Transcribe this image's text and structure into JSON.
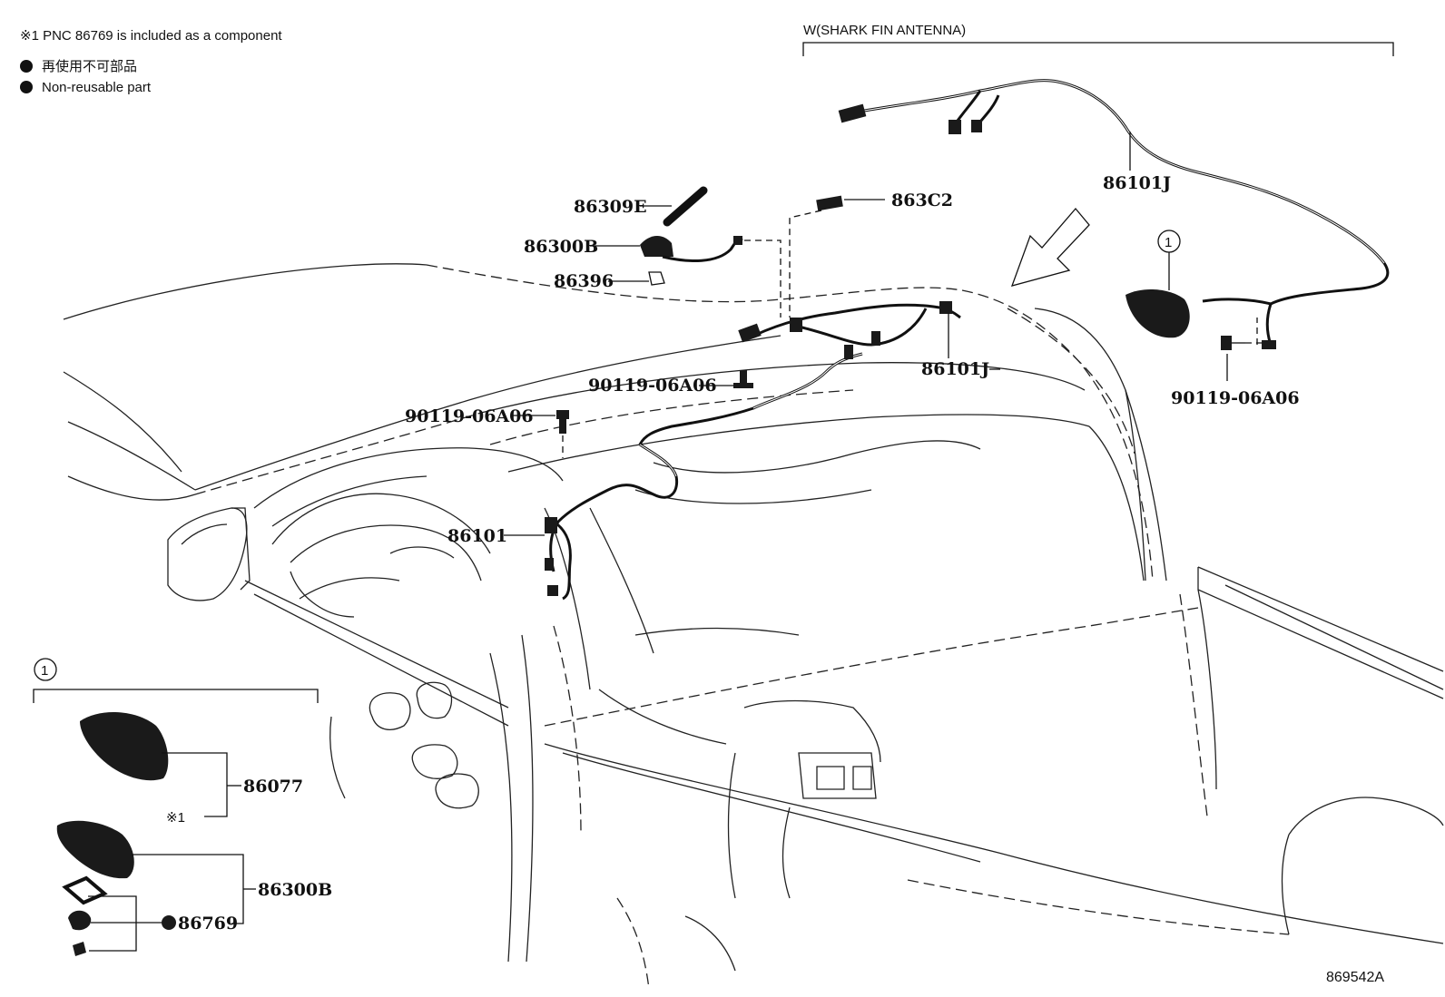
{
  "notes": {
    "component_note": "※1 PNC 86769 is included as a component",
    "non_reusable_jp": "再使用不可部品",
    "non_reusable_en": "Non-reusable part"
  },
  "group": {
    "title": "W(SHARK FIN ANTENNA)",
    "circle_marker": "1"
  },
  "parts": {
    "p86309E": "86309E",
    "p863C2": "863C2",
    "p86300B": "86300B",
    "p86396": "86396",
    "p86101J_top": "86101J",
    "p86101J_mid": "86101J",
    "p90119_a": "90119-06A06",
    "p90119_b": "90119-06A06",
    "p90119_c": "90119-06A06",
    "p86101": "86101",
    "p86077": "86077",
    "p86300B_inset": "86300B",
    "p86769": "86769",
    "ref_mark": "※1"
  },
  "inset": {
    "circle_marker": "1"
  },
  "drawing_code": "869542A",
  "colors": {
    "ink": "#111111",
    "background": "#ffffff"
  }
}
